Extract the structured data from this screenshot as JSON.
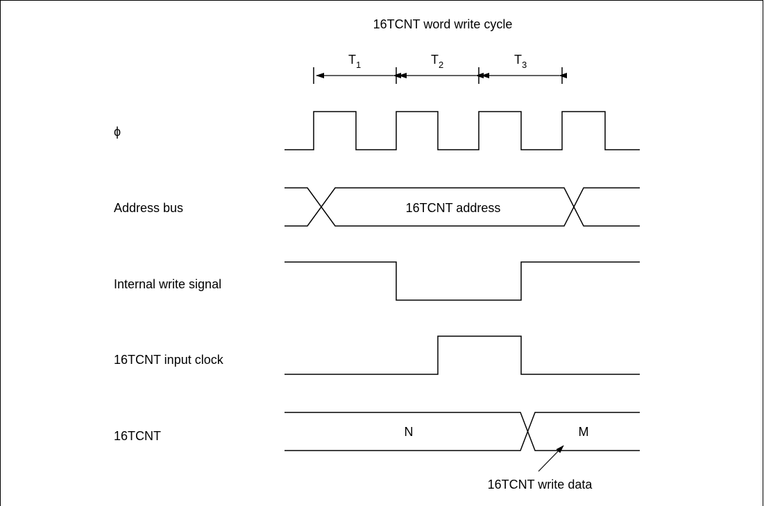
{
  "title": "16TCNT word write cycle",
  "periods": [
    {
      "main": "T",
      "sub": "1"
    },
    {
      "main": "T",
      "sub": "2"
    },
    {
      "main": "T",
      "sub": "3"
    }
  ],
  "signals": {
    "phi": "ϕ",
    "address_bus": "Address bus",
    "write_signal": "Internal write signal",
    "input_clock": "16TCNT input clock",
    "counter": "16TCNT"
  },
  "values": {
    "address": "16TCNT address",
    "n": "N",
    "m": "M"
  },
  "annotation": "16TCNT write data"
}
